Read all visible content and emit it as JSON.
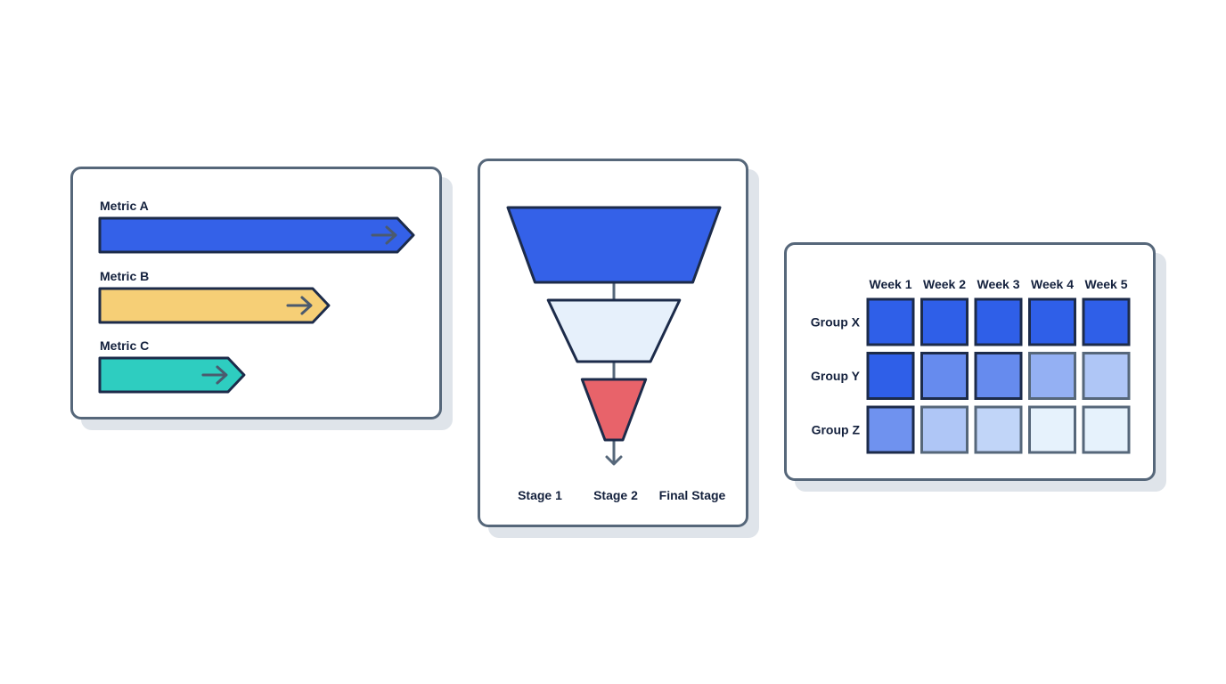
{
  "colors": {
    "outline": "#1c2b4a",
    "card_border": "#56677a",
    "arrow": "#4b5a6e",
    "connector": "#56677a",
    "heat_base": "#2f5fe8",
    "heat_light": "#e6f2fc"
  },
  "chart_data": [
    {
      "type": "bar",
      "orientation": "horizontal",
      "categories": [
        "Metric A",
        "Metric B",
        "Metric C"
      ],
      "values": [
        100,
        73,
        46
      ],
      "colors": [
        "#3461e8",
        "#f6cf76",
        "#2ecdc0"
      ],
      "xlim": [
        0,
        100
      ],
      "grid": false,
      "bar_end": "arrow"
    },
    {
      "type": "funnel",
      "categories": [
        "Stage 1",
        "Stage 2",
        "Final Stage"
      ],
      "values": [
        100,
        62,
        30
      ],
      "colors": [
        "#3461e8",
        "#e6f0fb",
        "#e8636a"
      ]
    },
    {
      "type": "heatmap",
      "columns": [
        "Week 1",
        "Week 2",
        "Week 3",
        "Week 4",
        "Week 5"
      ],
      "rows": [
        "Group X",
        "Group Y",
        "Group Z"
      ],
      "values": [
        [
          1.0,
          1.0,
          1.0,
          1.0,
          1.0
        ],
        [
          1.0,
          0.7,
          0.7,
          0.45,
          0.3
        ],
        [
          0.65,
          0.3,
          0.2,
          0.0,
          0.0
        ]
      ],
      "range": [
        0,
        1
      ]
    }
  ]
}
